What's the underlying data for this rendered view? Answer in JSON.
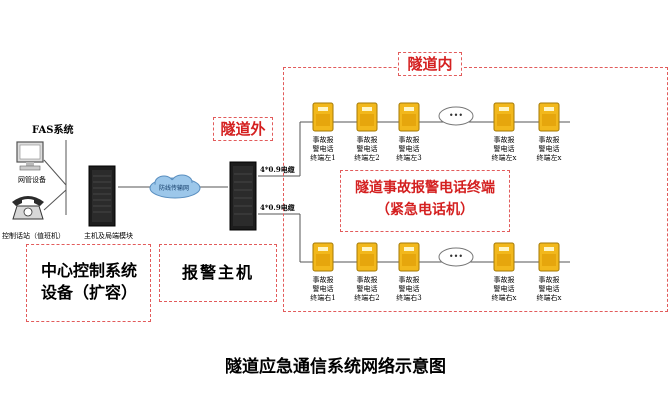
{
  "labels": {
    "fas_system": "FAS系统",
    "network_device": "网管设备",
    "control_phone": "控制话站（值班机）",
    "host_module": "主机及局端模块",
    "fiber_network": "防线传输网",
    "tunnel_outside": "隧道外",
    "tunnel_inside": "隧道内",
    "cable_top": "4*0.9电缆",
    "cable_bottom": "4*0.9电缆",
    "center_box": "中心控制系统设备（扩容）",
    "alarm_host": "报警主机",
    "terminal_center_line1": "隧道事故报警电话终端",
    "terminal_center_line2": "（紧急电话机）",
    "diagram_title": "隧道应急通信系统网络示意图"
  },
  "top_terminals": [
    {
      "line1": "事故报",
      "line2": "警电话",
      "line3": "终端左1"
    },
    {
      "line1": "事故报",
      "line2": "警电话",
      "line3": "终端左2"
    },
    {
      "line1": "事故报",
      "line2": "警电话",
      "line3": "终端左3"
    },
    {
      "line1": "事故报",
      "line2": "警电话",
      "line3": "终端左x"
    },
    {
      "line1": "事故报",
      "line2": "警电话",
      "line3": "终端左x"
    }
  ],
  "bottom_terminals": [
    {
      "line1": "事故报",
      "line2": "警电话",
      "line3": "终端右1"
    },
    {
      "line1": "事故报",
      "line2": "警电话",
      "line3": "终端右2"
    },
    {
      "line1": "事故报",
      "line2": "警电话",
      "line3": "终端右3"
    },
    {
      "line1": "事故报",
      "line2": "警电话",
      "line3": "终端右x"
    },
    {
      "line1": "事故报",
      "line2": "警电话",
      "line3": "终端右x"
    }
  ],
  "colors": {
    "dash_border": "#e25b5b",
    "label_red": "#d42020",
    "terminal_yellow": "#f2b81c",
    "cloud_blue": "#9cc7ea"
  }
}
